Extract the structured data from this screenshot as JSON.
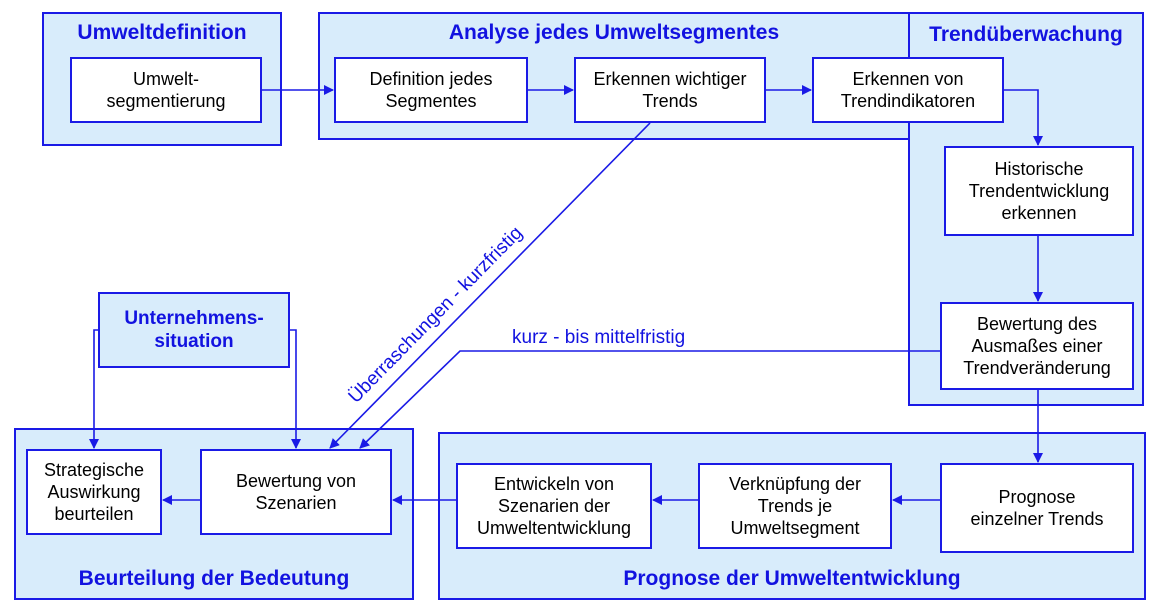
{
  "colors": {
    "accent": "#1a1ae6",
    "panel": "#d8ecfb",
    "text": "#000000"
  },
  "panels": {
    "umweltdefinition": "Umweltdefinition",
    "analyse": "Analyse jedes Umweltsegmentes",
    "trend": "Trendüberwachung",
    "beurteilung": "Beurteilung der Bedeutung",
    "prognose": "Prognose der Umweltentwicklung"
  },
  "boxes": {
    "umweltsegmentierung": "Umwelt-\nsegmentierung",
    "definition_segment": "Definition jedes\nSegmentes",
    "erkennen_trends": "Erkennen wichtiger\nTrends",
    "erkennen_indikatoren": "Erkennen von\nTrendindikatoren",
    "historische": "Historische\nTrendentwicklung\nerkennen",
    "bewertung_ausmass": "Bewertung des\nAusmaßes einer\nTrendveränderung",
    "prognose_trends": "Prognose\neinzelner Trends",
    "verknuepfung": "Verknüpfung der\nTrends je\nUmweltsegment",
    "entwickeln_szenarien": "Entwickeln von\nSzenarien der\nUmweltentwicklung",
    "bewertung_szenarien": "Bewertung von\nSzenarien",
    "strategische": "Strategische\nAuswirkung\nbeurteilen",
    "unternehmenssituation": "Unternehmens-\nsituation"
  },
  "labels": {
    "kurz_mittel": "kurz - bis mittelfristig",
    "ueberraschungen": "Überraschungen - kurzfristig"
  }
}
